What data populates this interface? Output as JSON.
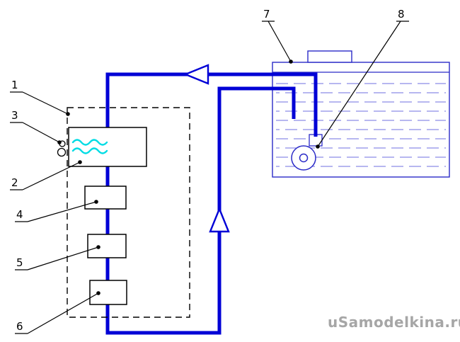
{
  "diagram": {
    "callouts": {
      "c1": "1",
      "c2": "2",
      "c3": "3",
      "c4": "4",
      "c5": "5",
      "c6": "6",
      "c7": "7",
      "c8": "8"
    },
    "watermark": "uSamodelkina.ru",
    "colors": {
      "pipe": "#0000d6",
      "outline": "#2b2bc8",
      "hatch": "#6f6fe0",
      "wave": "#00dce4",
      "ink": "#000000",
      "watermark": "#a6a6a6"
    }
  }
}
